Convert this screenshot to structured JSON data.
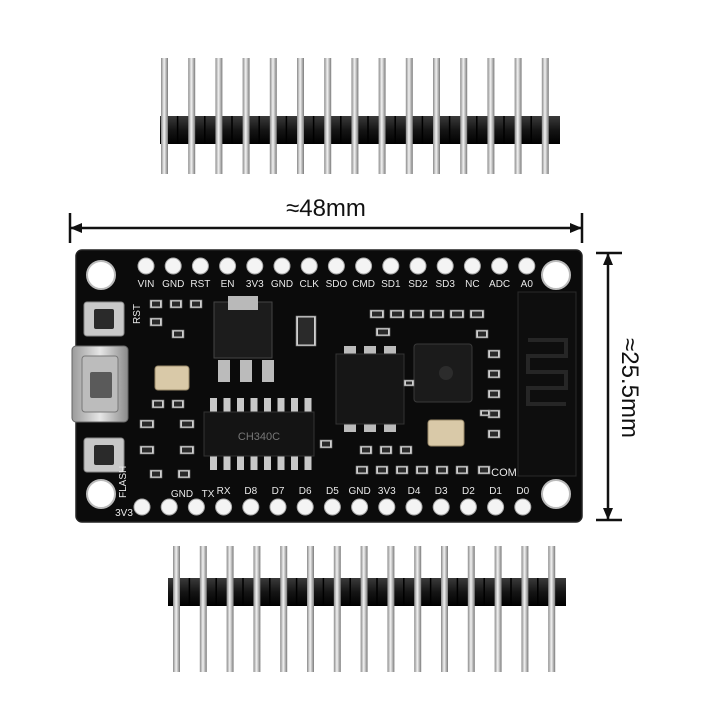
{
  "dimensions": {
    "width_label": "≈48mm",
    "height_label": "≈25.5mm"
  },
  "board": {
    "top_pins": [
      "VIN",
      "GND",
      "RST",
      "EN",
      "3V3",
      "GND",
      "CLK",
      "SDO",
      "CMD",
      "SD1",
      "SD2",
      "SD3",
      "NC",
      "ADC",
      "A0"
    ],
    "bottom_pins": [
      "3V3",
      "GND",
      "TX",
      "RX",
      "D8",
      "D7",
      "D6",
      "D5",
      "GND",
      "3V3",
      "D4",
      "D3",
      "D2",
      "D1",
      "D0"
    ],
    "side_labels": [
      "RST",
      "FLASH"
    ],
    "com_label": "COM",
    "chip_marking": "CH340C",
    "colors": {
      "pcb": "#0b0b0b",
      "silk": "#e8e8e8",
      "pin_metal": "#c9c9c9",
      "header_plastic": "#1a1a1a",
      "dimension_line": "#111111"
    }
  }
}
